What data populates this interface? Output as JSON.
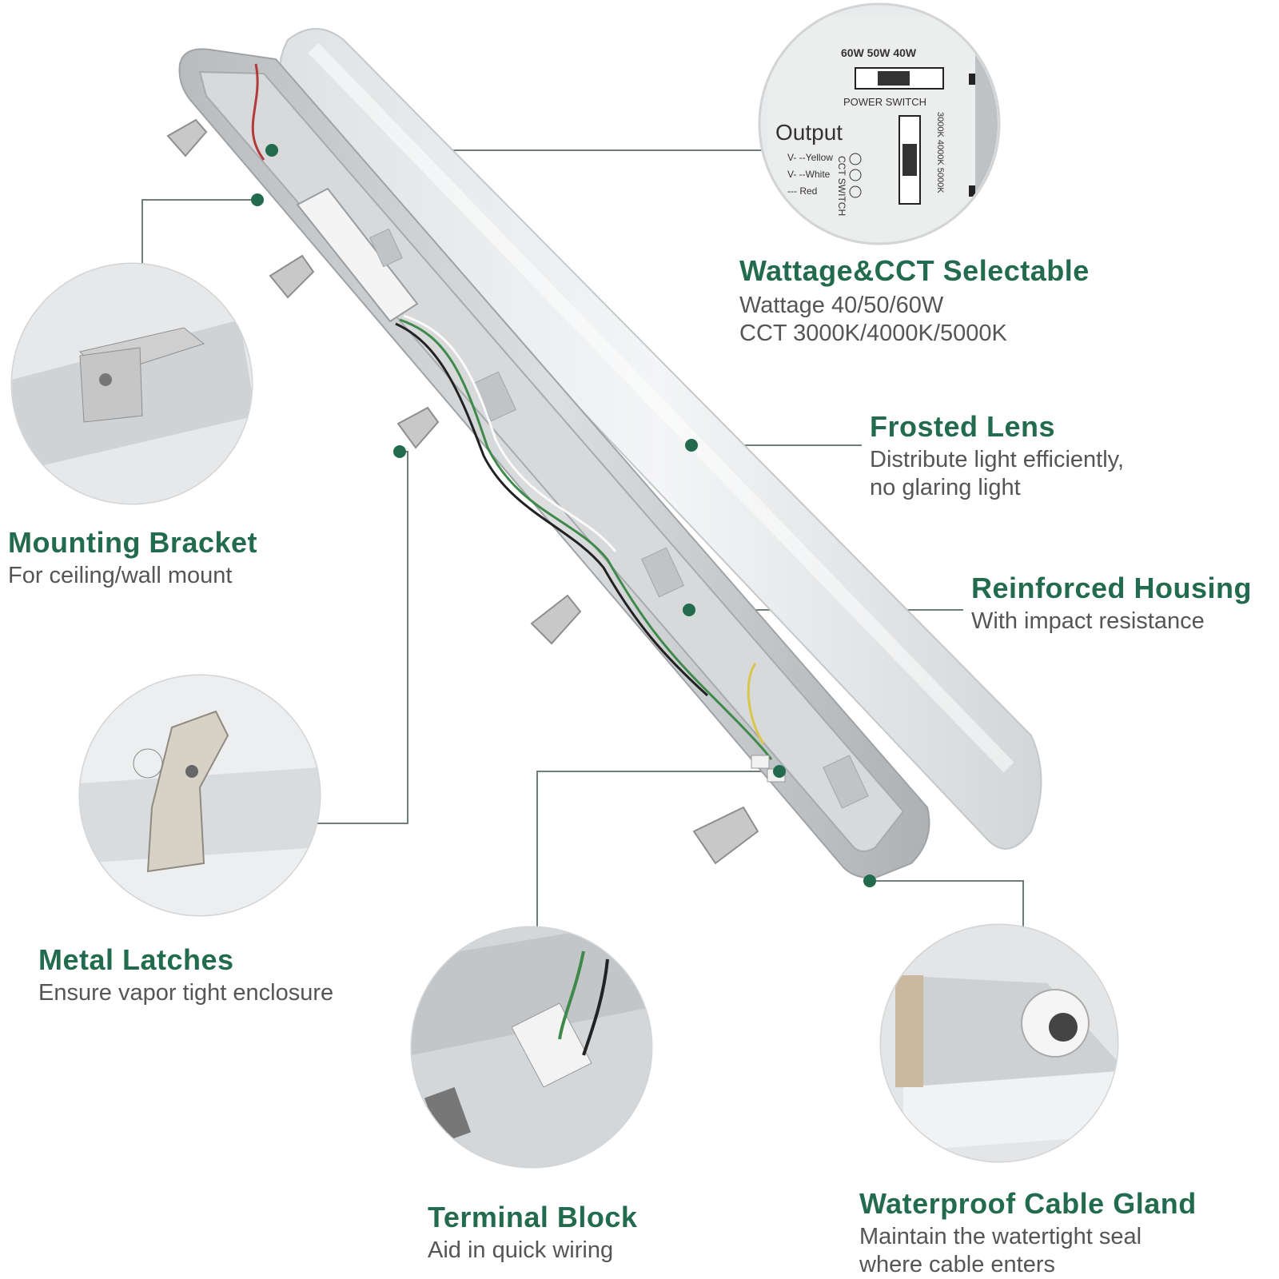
{
  "features": {
    "wattage_cct": {
      "title": "Wattage&CCT Selectable",
      "lines": [
        "Wattage 40/50/60W",
        "CCT 3000K/4000K/5000K"
      ]
    },
    "frosted_lens": {
      "title": "Frosted Lens",
      "lines": [
        "Distribute light efficiently,",
        "no glaring light"
      ]
    },
    "reinforced_housing": {
      "title": "Reinforced Housing",
      "lines": [
        "With impact resistance"
      ]
    },
    "mounting_bracket": {
      "title": "Mounting Bracket",
      "lines": [
        "For ceiling/wall mount"
      ]
    },
    "metal_latches": {
      "title": "Metal Latches",
      "lines": [
        "Ensure vapor tight enclosure"
      ]
    },
    "terminal_block": {
      "title": "Terminal Block",
      "lines": [
        "Aid in quick wiring"
      ]
    },
    "cable_gland": {
      "title": "Waterproof Cable Gland",
      "lines": [
        "Maintain the watertight seal",
        "where cable enters"
      ]
    }
  },
  "switch_panel": {
    "power_options": "60W 50W 40W",
    "power_label": "POWER SWITCH",
    "output_label": "Output",
    "output_lines": [
      "V- --Yellow",
      "V- --White",
      "--- Red"
    ],
    "cct_label": "CCT SWITCH",
    "cct_options": "3000K 4000K 5000K"
  },
  "colors": {
    "accent": "#236b4e",
    "leader": "#6d7f78",
    "housing": "#c9cbcd",
    "lens": "#eef0f1"
  }
}
